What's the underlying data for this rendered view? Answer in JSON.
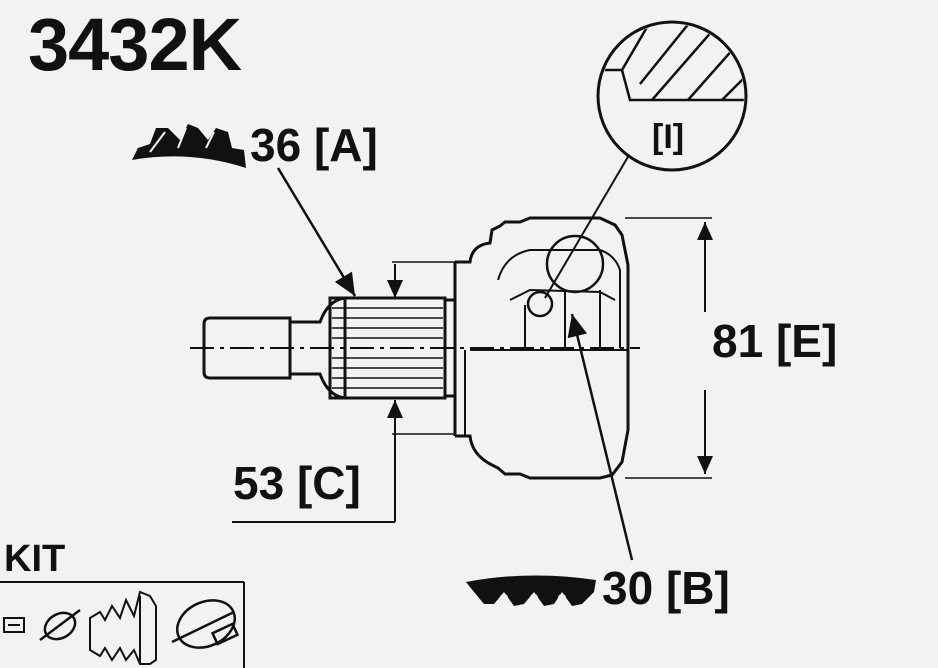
{
  "part_number": "3432K",
  "spline_outer": "36 [A]",
  "spline_inner": "30 [B]",
  "diameter_seal": "53 [C]",
  "diameter_outer": "81 [E]",
  "detail_label": "[I]",
  "kit_title": "KIT",
  "icons": [
    "outer-spline-icon",
    "inner-spline-icon",
    "kit-bolt-icon",
    "kit-clip-icon",
    "kit-boot-icon",
    "kit-clamp-icon"
  ]
}
